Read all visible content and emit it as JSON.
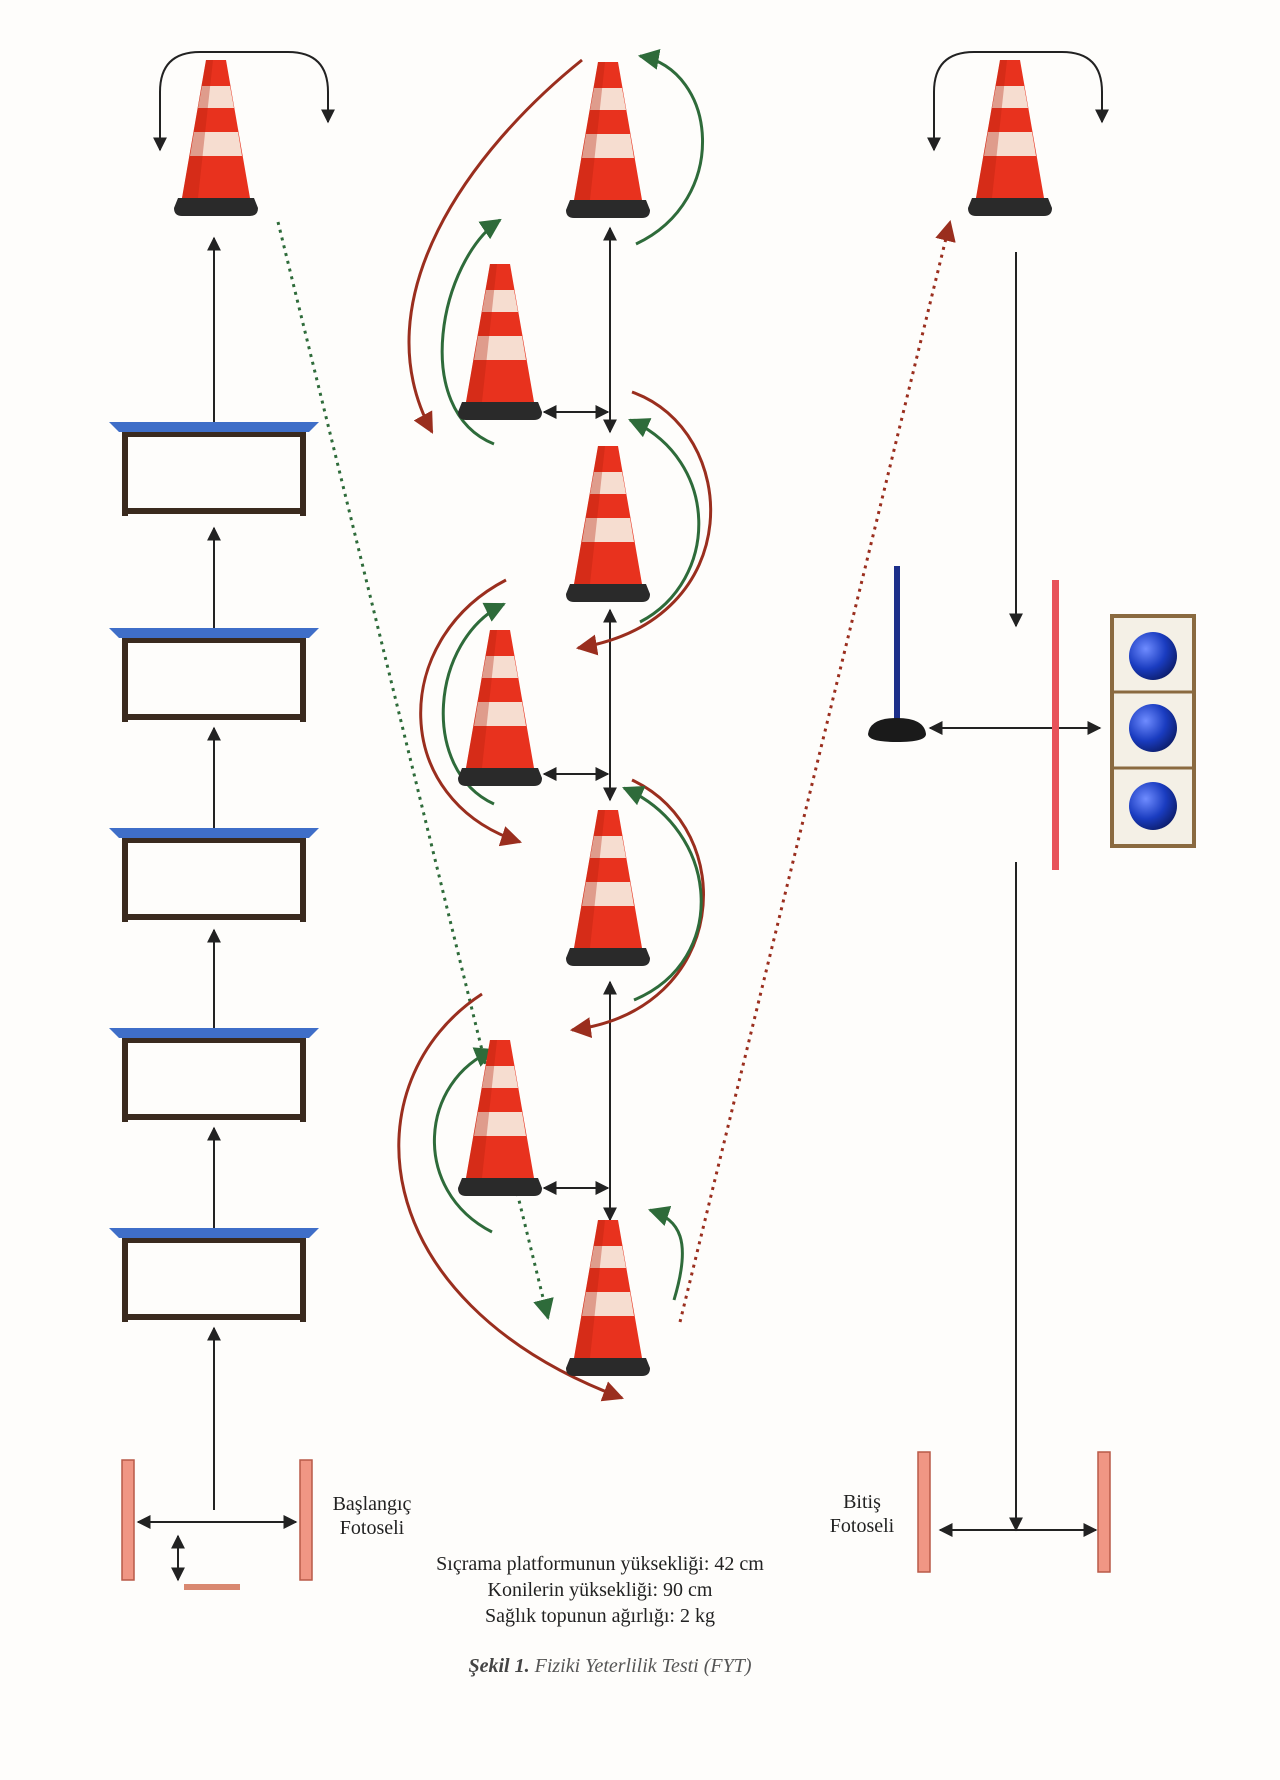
{
  "labels": {
    "start_line1": "Başlangıç",
    "start_line2": "Fotoseli",
    "finish_line1": "Bitiş",
    "finish_line2": "Fotoseli"
  },
  "notes": {
    "platform_height": "Sıçrama platformunun yüksekliği: 42 cm",
    "cone_height": "Konilerin yüksekliği: 90 cm",
    "ball_weight": "Sağlık topunun ağırlığı: 2 kg"
  },
  "caption": {
    "figure_no": "Şekil 1.",
    "title": "Fiziki Yeterlilik Testi (FYT)"
  },
  "colors": {
    "line": "#222222",
    "cone": "#e8321e",
    "cone_stripe": "#f6ddd0",
    "cone_base": "#2a2a2a",
    "platform_top": "#3f6ec8",
    "platform_frame": "#3a2a1e",
    "red_path": "#9a2e1e",
    "green_path": "#2e6b3a",
    "sensor": "#f09684",
    "pole": "#1c2f8a",
    "ball": "#1a3cc0",
    "shelf": "#8a6a40"
  },
  "icons": [
    "traffic-cone-icon",
    "jump-platform-icon",
    "photocell-icon",
    "medicine-ball-icon",
    "slalom-pole-icon"
  ]
}
